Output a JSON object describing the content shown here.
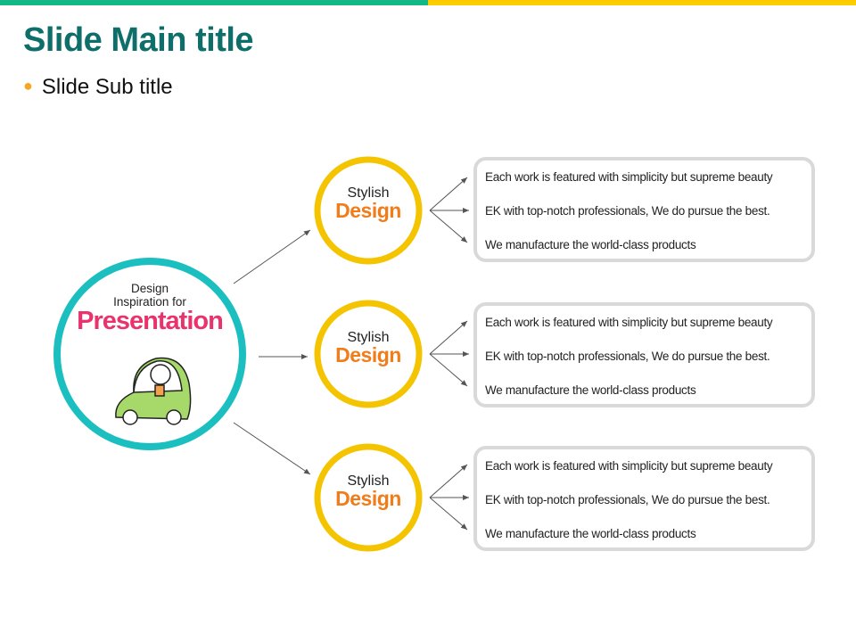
{
  "colors": {
    "bar_left": "#12b886",
    "bar_right": "#ffcc00",
    "title": "#0e6e6a",
    "teal": "#1cbfbf",
    "yellow": "#f5c400",
    "pink": "#e8336f",
    "orange": "#f07c1a"
  },
  "title": "Slide Main title",
  "subtitle": "Slide Sub title",
  "center": {
    "line1": "Design",
    "line2": "Inspiration for",
    "main": "Presentation"
  },
  "branches": [
    {
      "top": "Stylish",
      "bottom": "Design",
      "items": [
        "Each work is featured with simplicity but supreme beauty",
        "EK with top-notch professionals, We do pursue the best.",
        "We manufacture the world-class products"
      ]
    },
    {
      "top": "Stylish",
      "bottom": "Design",
      "items": [
        "Each work is featured with simplicity but supreme beauty",
        "EK with top-notch professionals, We do pursue the best.",
        "We manufacture the world-class products"
      ]
    },
    {
      "top": "Stylish",
      "bottom": "Design",
      "items": [
        "Each work is featured with simplicity but supreme beauty",
        "EK with top-notch professionals, We do pursue the best.",
        "We manufacture the world-class products"
      ]
    }
  ]
}
